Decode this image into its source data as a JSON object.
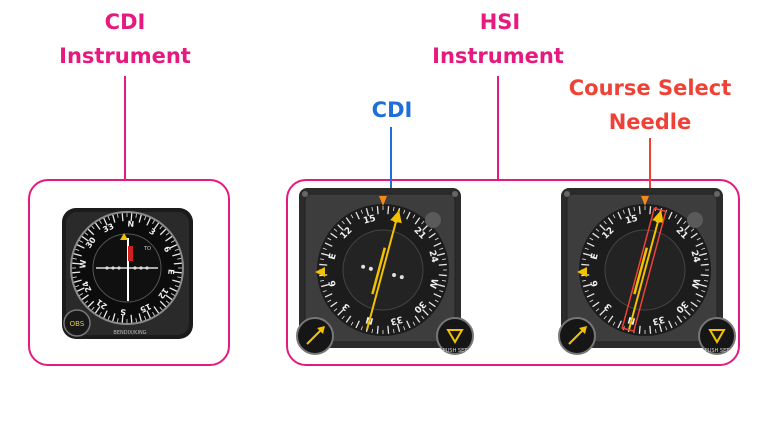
{
  "labels": {
    "cdi_instrument_line1": "CDI",
    "cdi_instrument_line2": "Instrument",
    "hsi_instrument_line1": "HSI",
    "hsi_instrument_line2": "Instrument",
    "cdi_needle": "CDI",
    "course_select_line1": "Course Select",
    "course_select_line2": "Needle"
  },
  "colors": {
    "callout_magenta": "#e6197e",
    "cdi_blue": "#1e6fd9",
    "course_red": "#ef4136"
  },
  "cdi_gauge": {
    "dial_numbers": [
      "33",
      "N",
      "3",
      "6",
      "E",
      "12",
      "15",
      "S",
      "21",
      "24",
      "W",
      "30"
    ],
    "flag_text": "TO",
    "obs_knob": "OBS",
    "brand": "BENDIX/KING"
  },
  "hsi_gauge": {
    "dial_labels": [
      "S",
      "21",
      "24",
      "W",
      "30",
      "33",
      "N",
      "3",
      "6",
      "E",
      "12",
      "15"
    ],
    "knob_text": "PUSH SET"
  }
}
